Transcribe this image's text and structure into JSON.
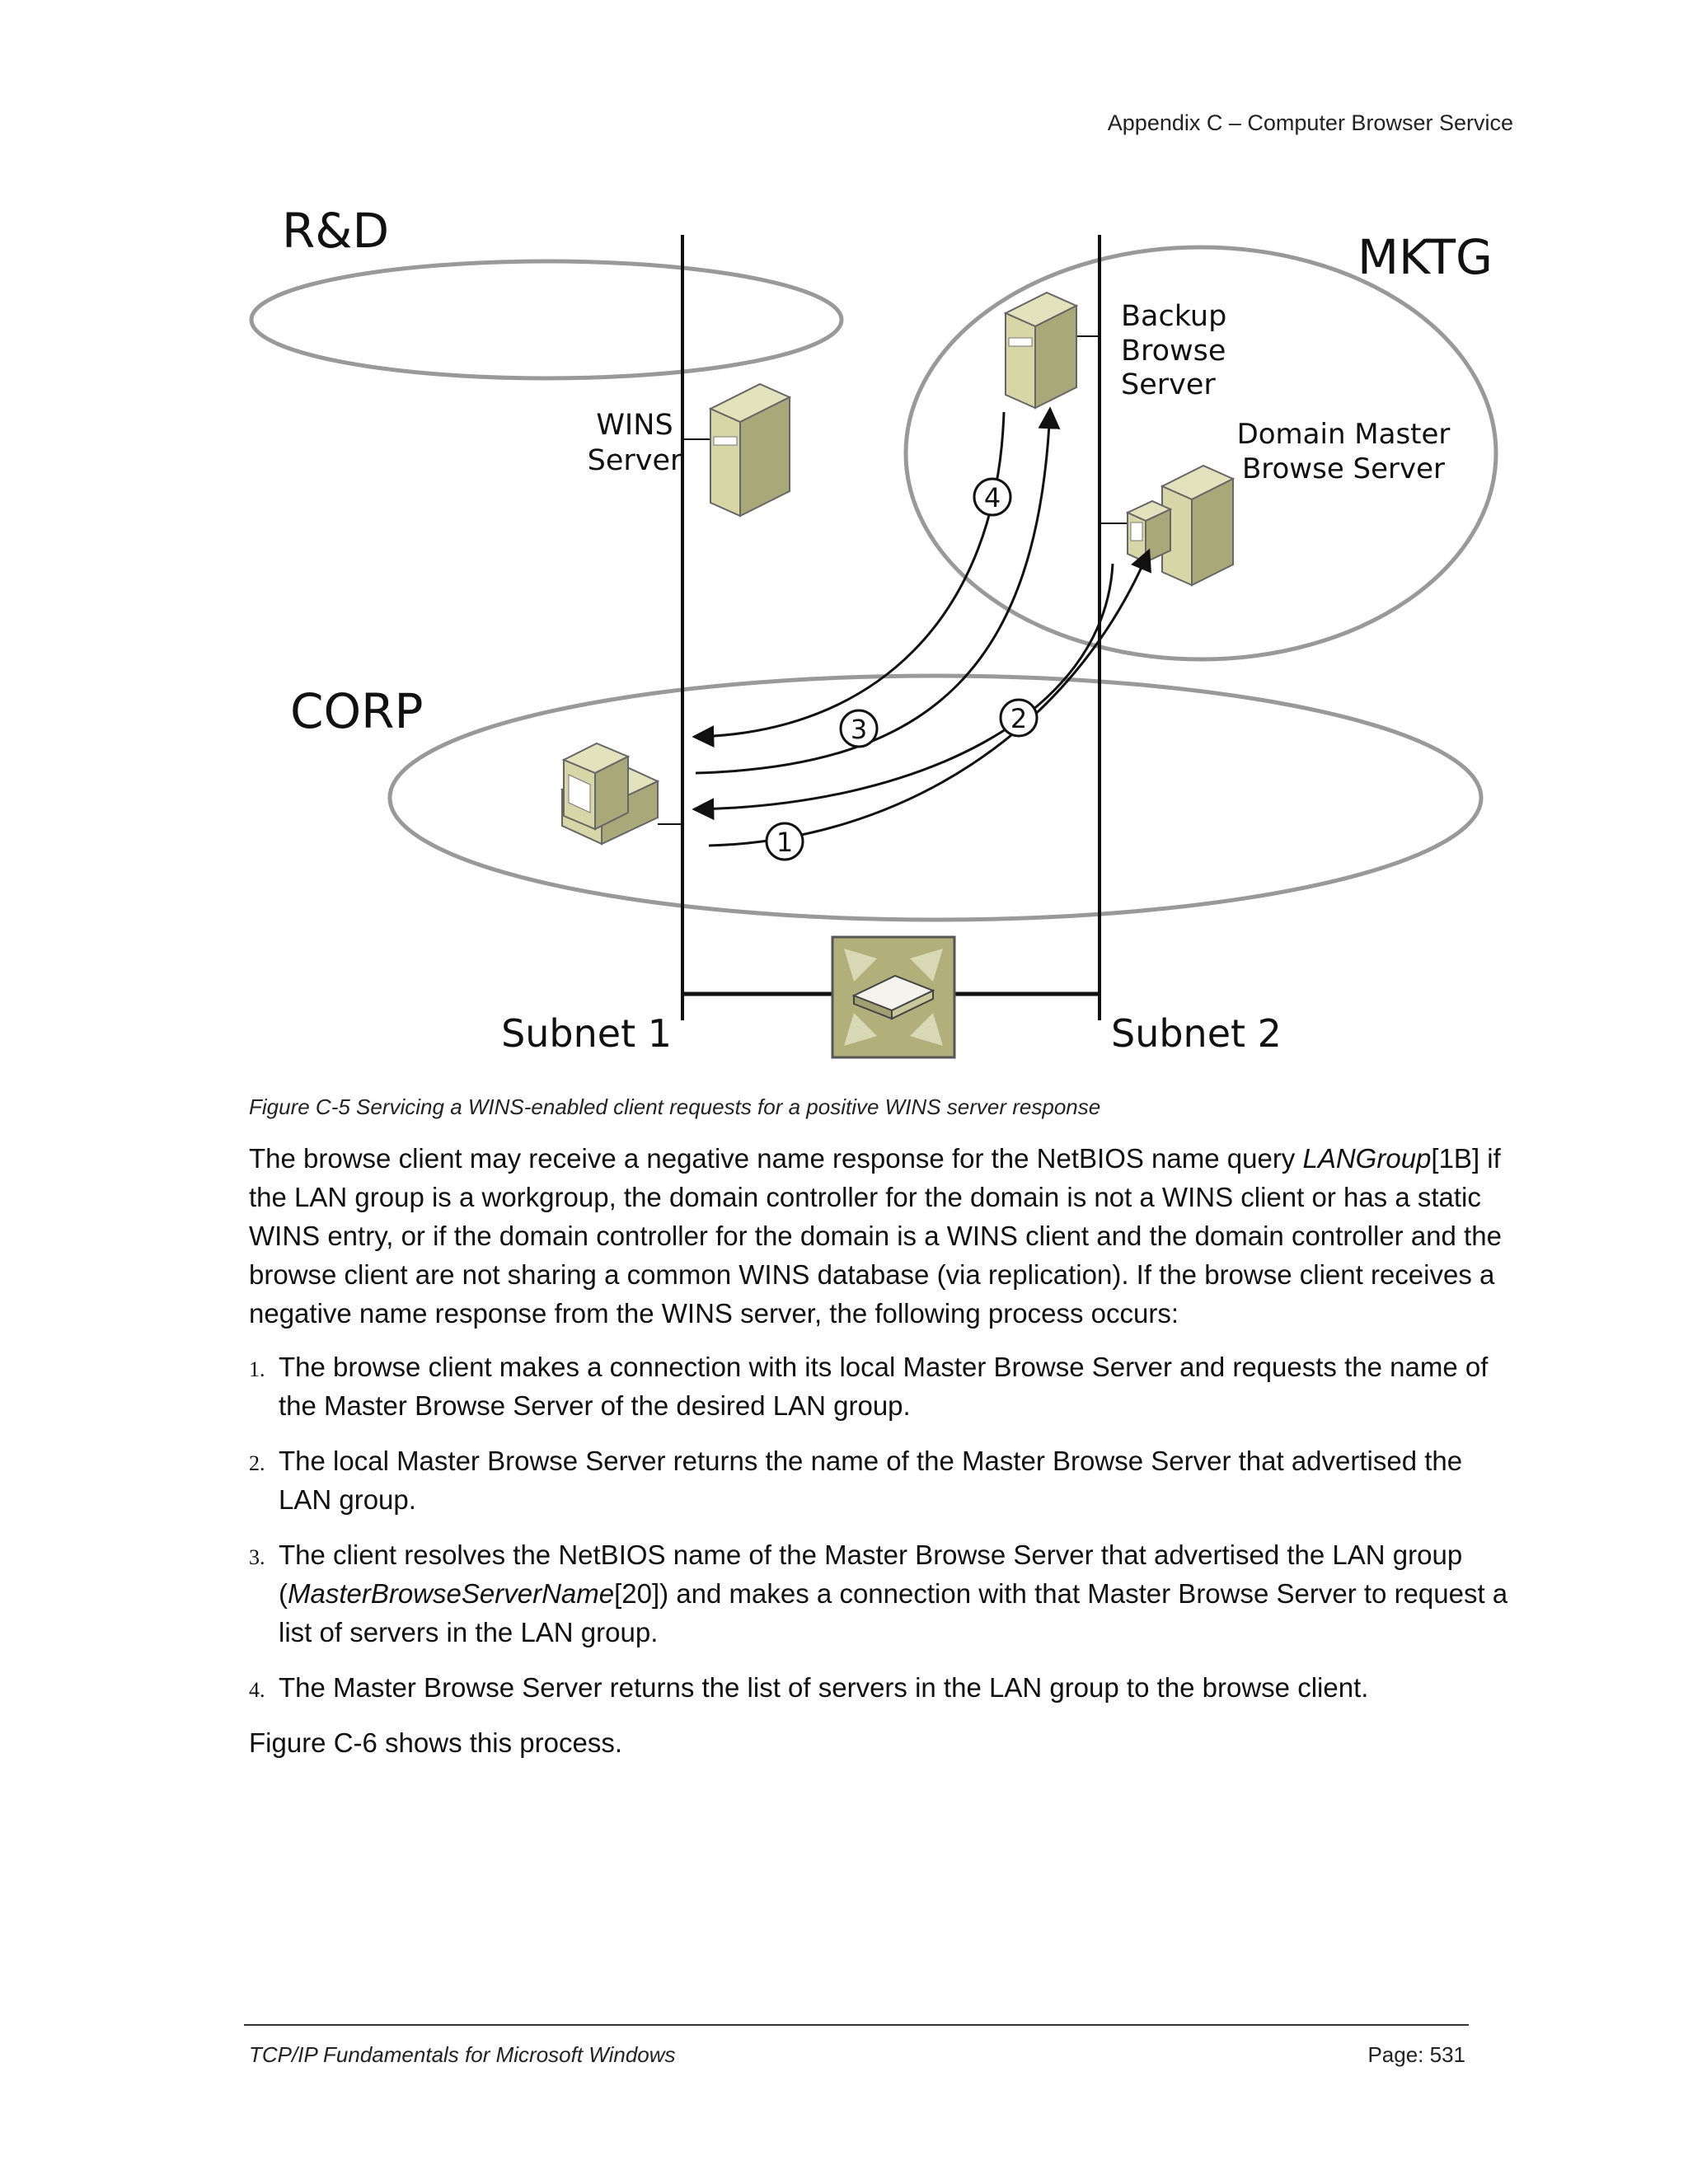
{
  "header": {
    "running_title": "Appendix C – Computer Browser Service"
  },
  "diagram": {
    "groups": {
      "rd": "R&D",
      "mktg": "MKTG",
      "corp": "CORP"
    },
    "nodes": {
      "wins_line1": "WINS",
      "wins_line2": "Server",
      "backup_line1": "Backup",
      "backup_line2": "Browse",
      "backup_line3": "Server",
      "dmb_line1": "Domain Master",
      "dmb_line2": "Browse Server"
    },
    "subnets": {
      "subnet1": "Subnet 1",
      "subnet2": "Subnet 2"
    },
    "steps": [
      "1",
      "2",
      "3",
      "4"
    ]
  },
  "caption": "Figure C-5  Servicing a WINS-enabled client requests for a positive WINS server response",
  "paragraphs": {
    "p1_before": "The browse client may receive a negative name response for the NetBIOS name query ",
    "p1_italic": "LANGroup",
    "p1_after": "[1B] if the LAN group is a workgroup, the domain controller for the domain is not a WINS client or has a static WINS entry, or if the domain controller for the domain is a WINS client and the domain controller and the browse client are not sharing a common WINS database (via replication). If the browse client receives a negative name response from the WINS server, the following process occurs:",
    "closing": "Figure C-6 shows this process."
  },
  "list": [
    {
      "num": "1.",
      "text": "The browse client makes a connection with its local Master Browse Server and requests the name of the Master Browse Server of the desired LAN group."
    },
    {
      "num": "2.",
      "text": "The local Master Browse Server returns the name of the Master Browse Server that advertised the LAN group."
    },
    {
      "num": "3.",
      "pre": "The client resolves the NetBIOS name of the Master Browse Server that advertised the LAN group (",
      "italic": "MasterBrowseServerName",
      "post": "[20]) and makes a connection with that Master Browse Server to request a list of servers in the LAN group."
    },
    {
      "num": "4.",
      "text": "The Master Browse Server returns the list of servers in the LAN group to the browse client."
    }
  ],
  "footer": {
    "left": "TCP/IP Fundamentals for Microsoft Windows",
    "right": "Page: 531"
  },
  "colors": {
    "server_fill": "#d6d6a6",
    "server_dark": "#a8a878",
    "router_fill": "#b2b07a"
  }
}
